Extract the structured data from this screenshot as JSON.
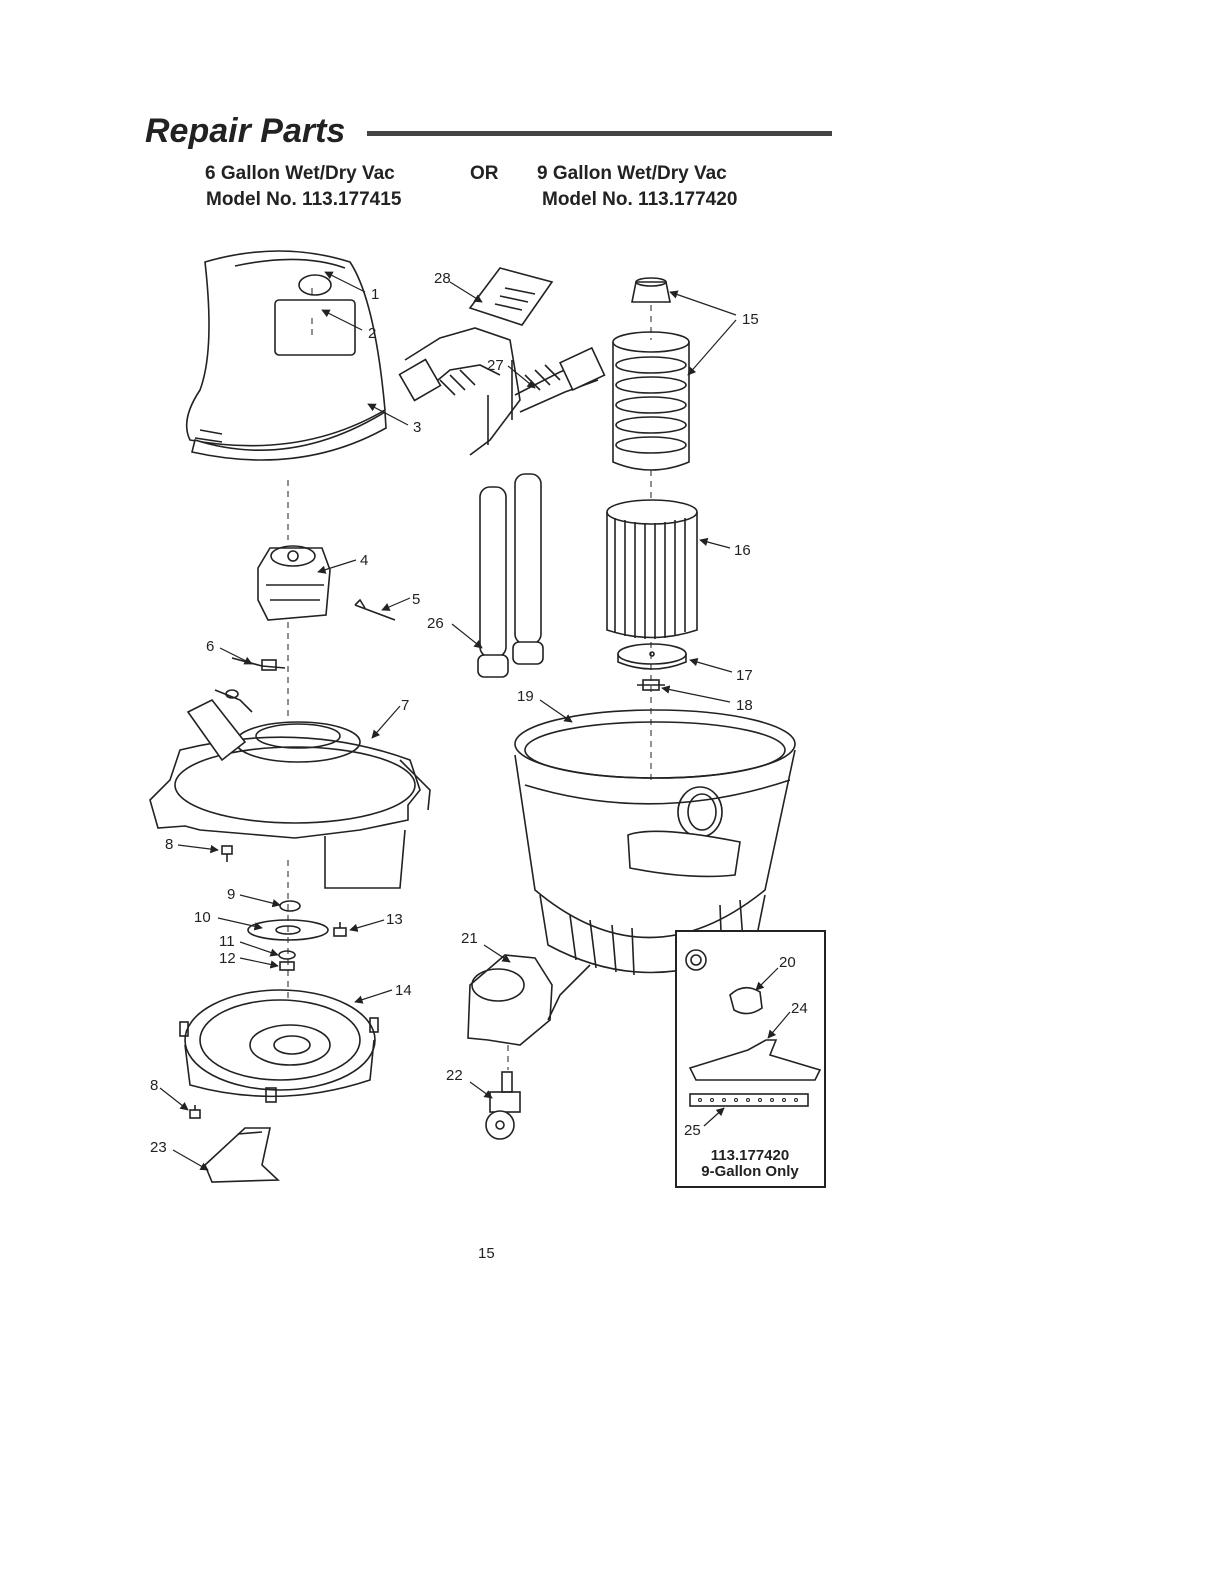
{
  "header": {
    "title": "Repair Parts",
    "model_a_name": "6 Gallon Wet/Dry Vac",
    "connector": "OR",
    "model_b_name": "9 Gallon Wet/Dry Vac",
    "model_a_number": "Model No. 113.177415",
    "model_b_number": "Model No. 113.177420"
  },
  "callouts": [
    "1",
    "2",
    "3",
    "4",
    "5",
    "6",
    "7",
    "8",
    "9",
    "10",
    "11",
    "12",
    "13",
    "14",
    "8",
    "15",
    "16",
    "17",
    "18",
    "19",
    "20",
    "21",
    "22",
    "23",
    "24",
    "25",
    "26",
    "27",
    "28"
  ],
  "inset": {
    "model": "113.177420",
    "note": "9-Gallon Only"
  },
  "footer": {
    "page_number": "15"
  }
}
